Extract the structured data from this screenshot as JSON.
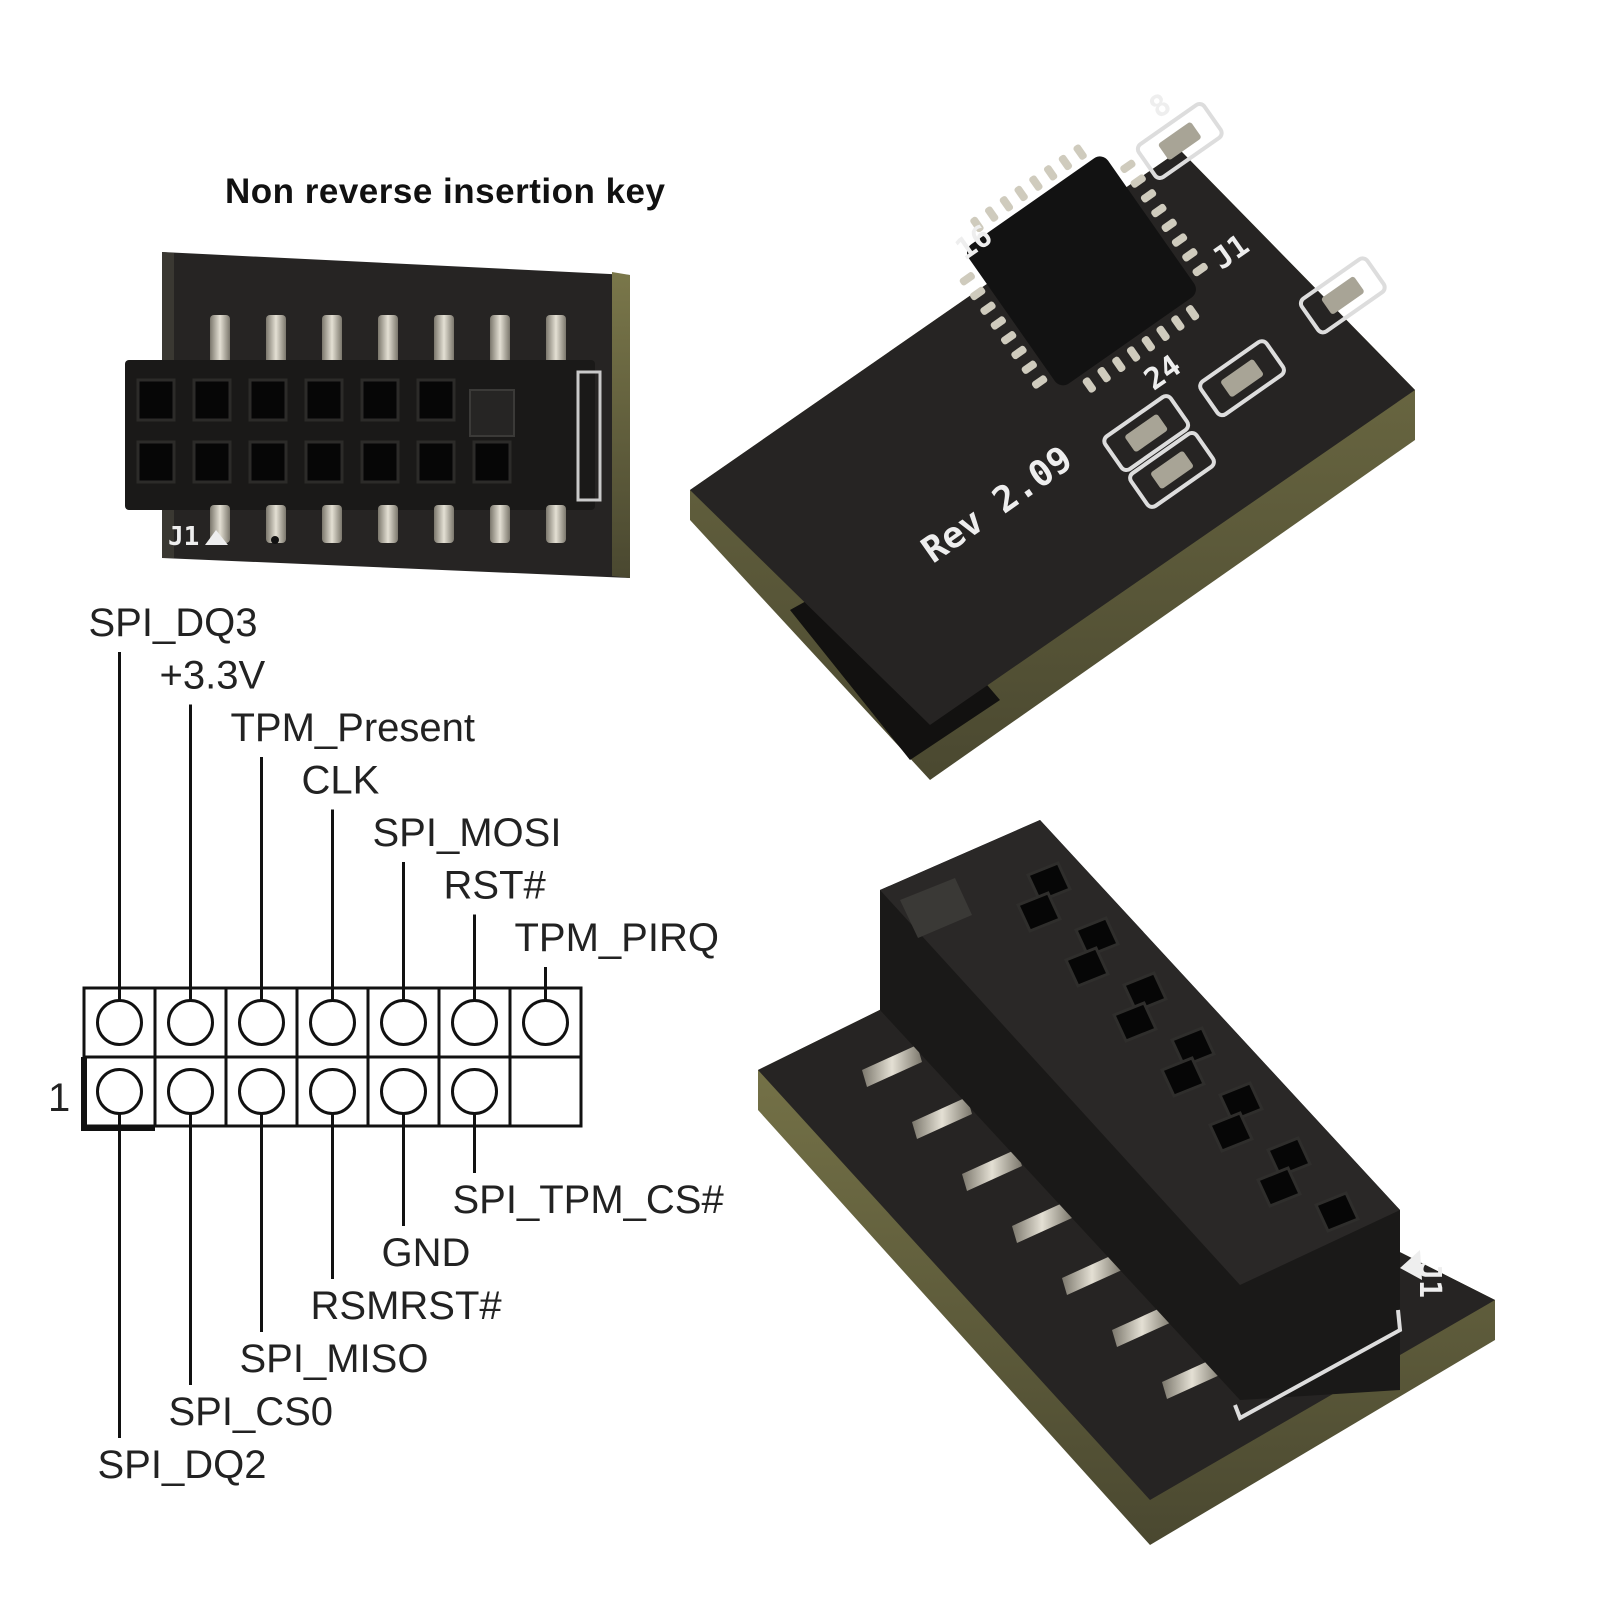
{
  "caption": "Non reverse insertion key",
  "photo_top_left": {
    "label": "J1"
  },
  "photo_top_right": {
    "board_rev": "Rev 2.09",
    "marks": {
      "pin16": "16",
      "pin8": "8",
      "pin24": "24",
      "pin1": "J1"
    }
  },
  "photo_bottom_right": {
    "label": "J1"
  },
  "pinout": {
    "pin1_label": "1",
    "top_row": [
      {
        "name": "SPI_DQ3"
      },
      {
        "name": "+3.3V"
      },
      {
        "name": "TPM_Present"
      },
      {
        "name": "CLK"
      },
      {
        "name": "SPI_MOSI"
      },
      {
        "name": "RST#"
      },
      {
        "name": "TPM_PIRQ"
      }
    ],
    "bottom_row": [
      {
        "name": "SPI_DQ2"
      },
      {
        "name": "SPI_CS0"
      },
      {
        "name": "SPI_MISO"
      },
      {
        "name": "RSMRST#"
      },
      {
        "name": "GND"
      },
      {
        "name": "SPI_TPM_CS#"
      }
    ]
  },
  "colors": {
    "pcb": "#262423",
    "pcb_edge": "#6c6a3e",
    "pin": "#b8b4a6",
    "line": "#111111"
  }
}
